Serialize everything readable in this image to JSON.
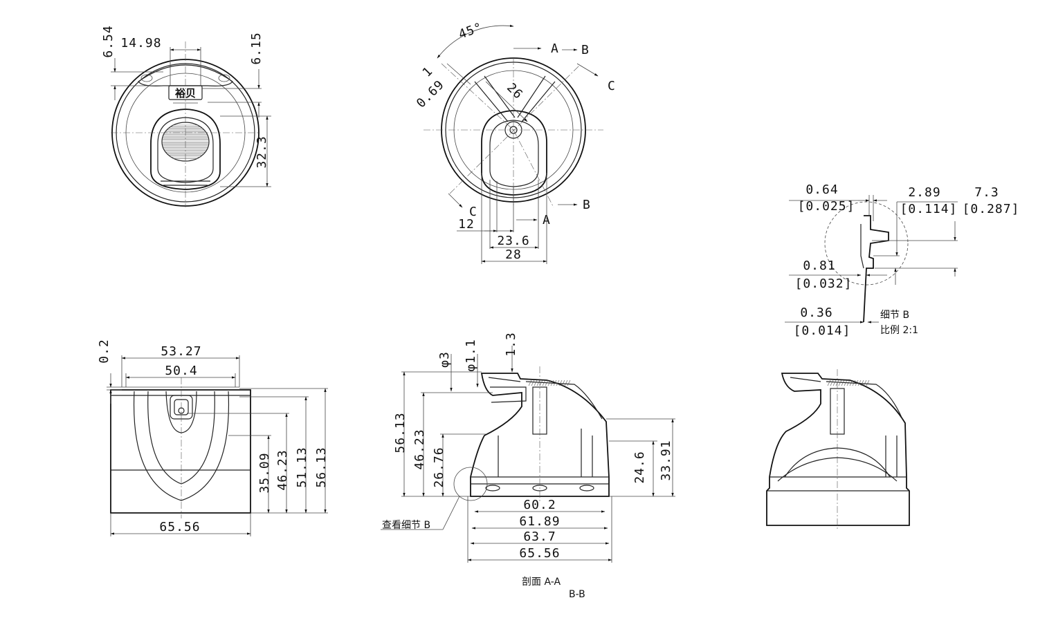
{
  "top_view_dims": {
    "d_6_54": "6.54",
    "d_14_98": "14.98",
    "d_6_15": "6.15",
    "d_32_3": "32.3"
  },
  "section_view_dims": {
    "angle": "45°",
    "d_1": "1",
    "d_0_69": "0.69",
    "d_26": "26",
    "d_12": "12",
    "d_23_6": "23.6",
    "d_28": "28",
    "mark_a1": "A",
    "mark_a2": "A",
    "mark_b1": "B",
    "mark_b2": "B",
    "mark_c1": "C",
    "mark_c2": "C"
  },
  "detail_b": {
    "d_0_64": "0.64",
    "d_0_64_in": "[0.025]",
    "d_2_89": "2.89",
    "d_2_89_in": "[0.114]",
    "d_7_3": "7.3",
    "d_7_3_in": "[0.287]",
    "d_0_81": "0.81",
    "d_0_81_in": "[0.032]",
    "d_0_36": "0.36",
    "d_0_36_in": "[0.014]",
    "title": "细节 B",
    "scale": "比例 2:1"
  },
  "front_view_dims": {
    "d_0_2": "0.2",
    "d_53_27": "53.27",
    "d_50_4": "50.4",
    "d_35_09": "35.09",
    "d_46_23": "46.23",
    "d_51_13": "51.13",
    "d_56_13": "56.13",
    "d_65_56": "65.56"
  },
  "section_aa_dims": {
    "d_phi3": "φ3",
    "d_phi1_1": "φ1.1",
    "d_1_3": "1.3",
    "d_56_13": "56.13",
    "d_46_23": "46.23",
    "d_26_76": "26.76",
    "d_24_6": "24.6",
    "d_33_91": "33.91",
    "d_60_2": "60.2",
    "d_61_89": "61.89",
    "d_63_7": "63.7",
    "d_65_56": "65.56",
    "see_detail": "查看细节 B",
    "section_title": "剖面 A-A",
    "section_bb": "B-B"
  },
  "logo_text": "裕贝"
}
